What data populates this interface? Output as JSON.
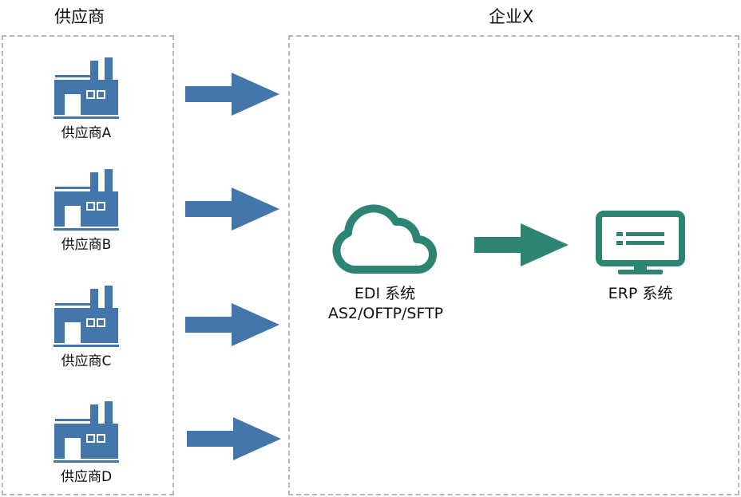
{
  "colors": {
    "supplier_blue": "#4475ab",
    "system_green": "#2e8472",
    "border_gray": "#b8b8b8",
    "text": "#111111"
  },
  "headings": {
    "suppliers": "供应商",
    "enterprise": "企业X"
  },
  "suppliers": [
    {
      "label": "供应商A",
      "icon": "factory-icon"
    },
    {
      "label": "供应商B",
      "icon": "factory-icon"
    },
    {
      "label": "供应商C",
      "icon": "factory-icon"
    },
    {
      "label": "供应商D",
      "icon": "factory-icon"
    }
  ],
  "edi": {
    "icon": "cloud-icon",
    "title": "EDI 系统",
    "protocols": "AS2/OFTP/SFTP"
  },
  "erp": {
    "icon": "monitor-icon",
    "title": "ERP 系统"
  }
}
